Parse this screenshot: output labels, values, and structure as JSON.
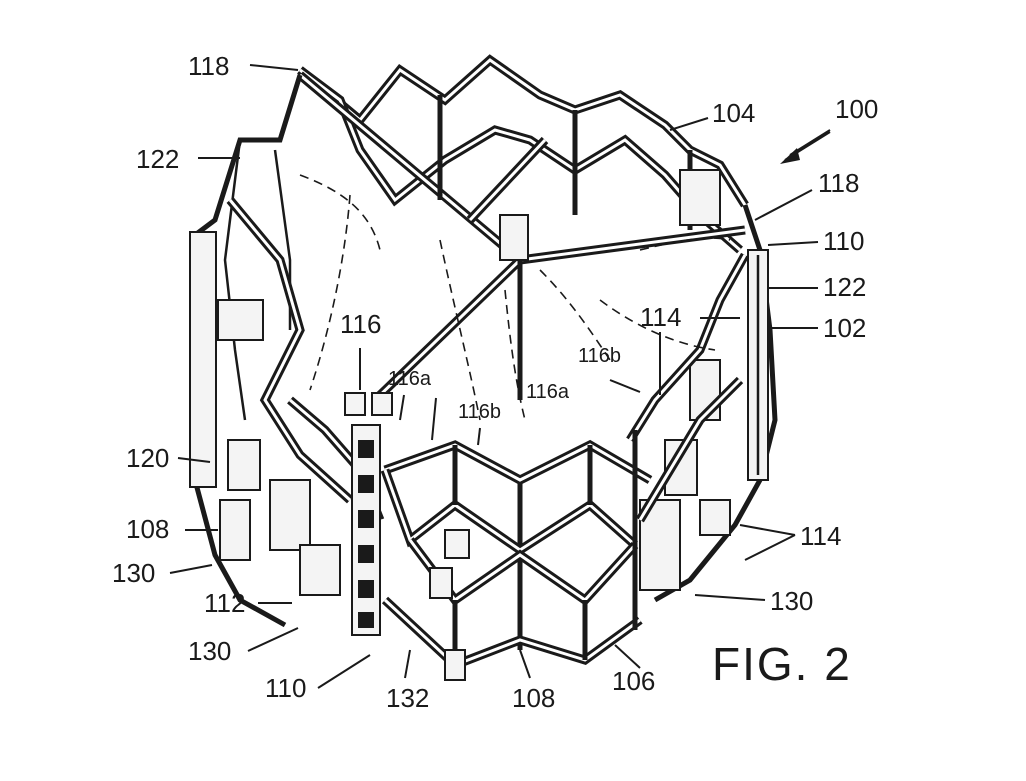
{
  "figure": {
    "caption": "FIG. 2",
    "reference_labels": {
      "l100": "100",
      "l104": "104",
      "l118_top_left": "118",
      "l118_right": "118",
      "l110_right": "110",
      "l122_left": "122",
      "l122_right": "122",
      "l102": "102",
      "l116_left": "116",
      "l114_upper": "114",
      "l116b_right": "116b",
      "l116a": "116a",
      "l116b_center": "116b",
      "l116a_center": "116a",
      "l120": "120",
      "l108_left": "108",
      "l130_left": "130",
      "l112": "112",
      "l130_bottom_left": "130",
      "l110_bottom": "110",
      "l132": "132",
      "l108_bottom": "108",
      "l106": "106",
      "l130_right": "130",
      "l114_lower": "114"
    }
  }
}
